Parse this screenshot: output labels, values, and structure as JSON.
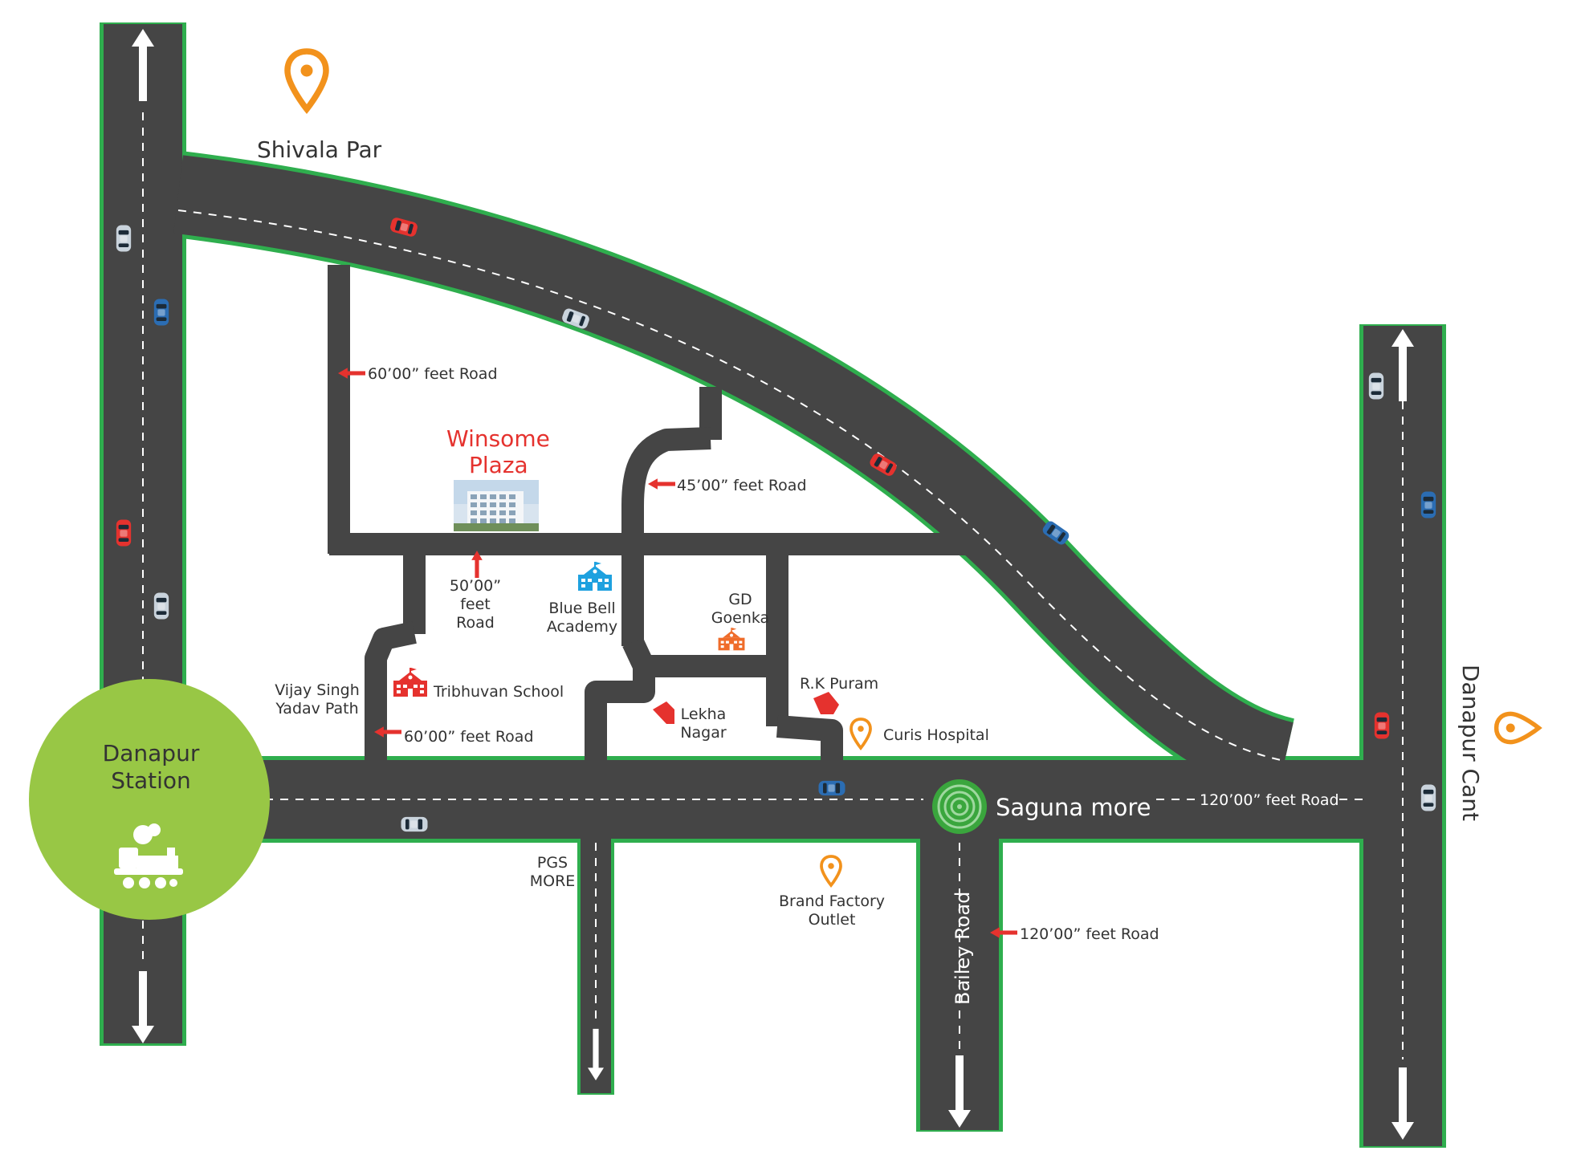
{
  "colors": {
    "road": "#454545",
    "road_edge": "#2fae4e",
    "lane_mark": "#ffffff",
    "station_fill": "#98c745",
    "accent_red": "#e5322e",
    "pin_orange": "#f2921c",
    "school_blue": "#1ea1df",
    "school_red": "#e5322e",
    "school_orange": "#ef6c2a",
    "roundabout": "#3aa63d",
    "text": "#333333"
  },
  "places": {
    "shivala_par": "Shivala Par",
    "winsome_line1": "Winsome",
    "winsome_line2": "Plaza",
    "danapur_station_line1": "Danapur",
    "danapur_station_line2": "Station",
    "danapur_cant": "Danapur Cant",
    "saguna_more": "Saguna more",
    "bailey_road": "Bailey Road",
    "blue_bell_line1": "Blue Bell",
    "blue_bell_line2": "Academy",
    "gd_line1": "GD",
    "gd_line2": "Goenka",
    "tribhuvan": "Tribhuvan School",
    "vijay_line1": "Vijay Singh",
    "vijay_line2": "Yadav Path",
    "lekha_line1": "Lekha",
    "lekha_line2": "Nagar",
    "rk_puram": "R.K Puram",
    "curis": "Curis Hospital",
    "pgs_line1": "PGS",
    "pgs_line2": "MORE",
    "brand_line1": "Brand Factory",
    "brand_line2": "Outlet"
  },
  "road_labels": {
    "r60_top": "60’00” feet Road",
    "r45": "45’00” feet Road",
    "r50_line1": "50’00”",
    "r50_line2": "feet",
    "r50_line3": "Road",
    "r60_bottom": "60’00” feet Road",
    "r120_main": "120’00” feet Road",
    "r120_bailey": "120’00” feet Road"
  },
  "icons": {
    "pin": "location-pin-icon",
    "school": "school-building-icon",
    "train": "train-engine-icon",
    "roundabout": "roundabout-icon",
    "car": "car-icon",
    "arrow": "direction-arrow-icon"
  }
}
